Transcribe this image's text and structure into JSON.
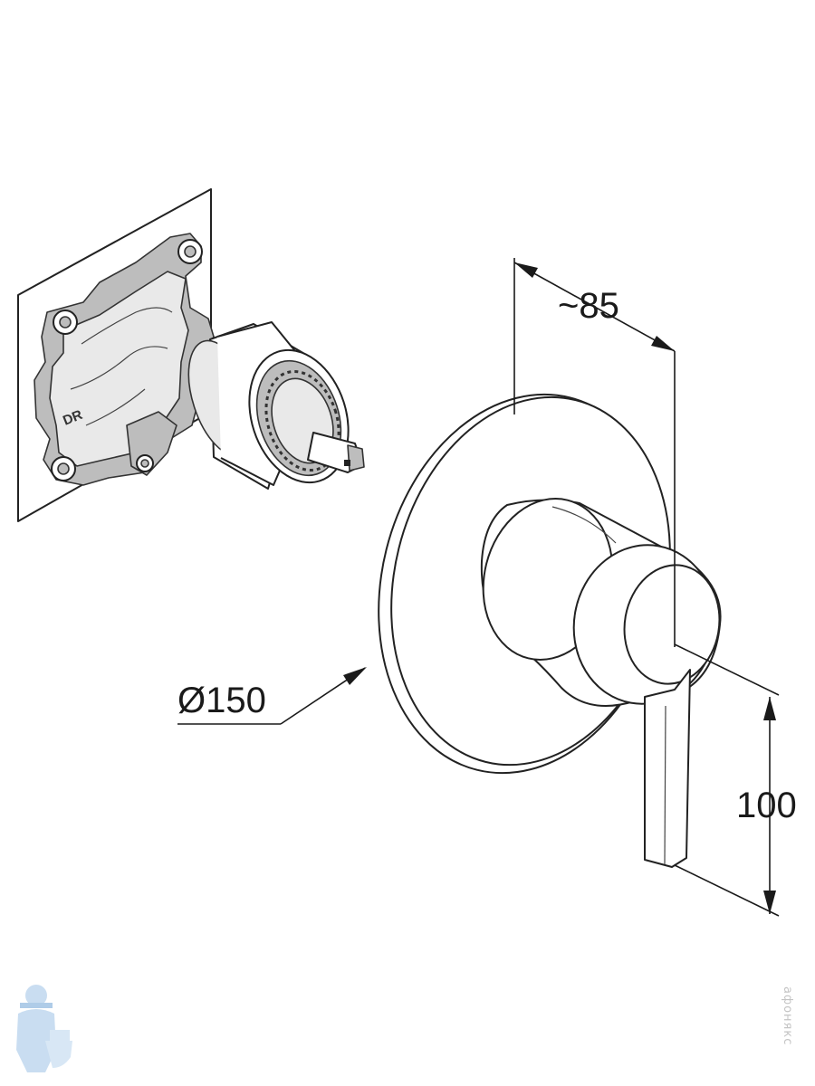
{
  "dimensions": {
    "depth": "~85",
    "diameter": "Ø150",
    "handle_height": "100"
  },
  "embossed_text": "DR",
  "watermark": {
    "icon": "plumber-with-toilet-icon",
    "text": "афонякс",
    "color": "#9ec3e6"
  },
  "colors": {
    "line": "#222222",
    "body_grey": "#bdbdbd",
    "background": "#ffffff"
  }
}
